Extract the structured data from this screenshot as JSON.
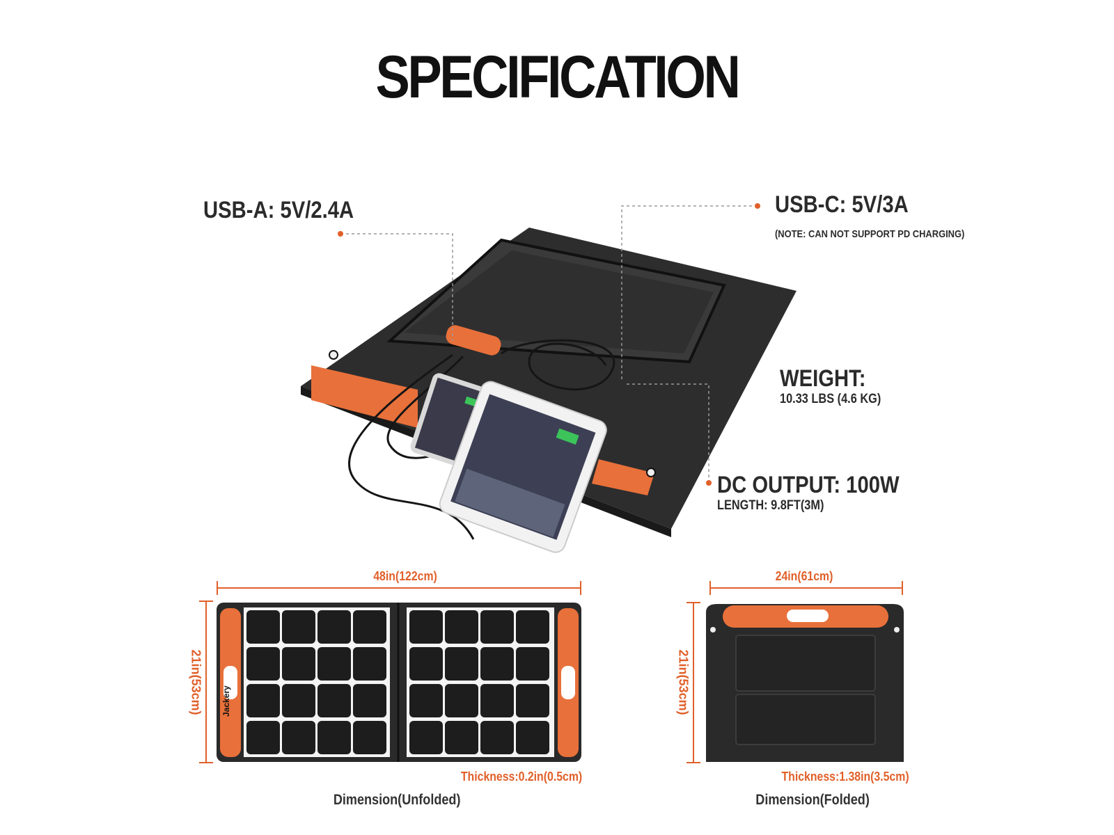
{
  "title": "SPECIFICATION",
  "specs": {
    "usb_a": "USB-A: 5V/2.4A",
    "usb_c": "USB-C: 5V/3A",
    "usb_c_note": "(NOTE: CAN NOT SUPPORT PD CHARGING)",
    "weight_label": "WEIGHT:",
    "weight_value": "10.33 LBS (4.6 KG)",
    "dc_output": "DC OUTPUT: 100W",
    "dc_length": "LENGTH: 9.8FT(3M)"
  },
  "unfolded": {
    "width": "48in(122cm)",
    "height": "21in(53cm)",
    "thickness": "Thickness:0.2in(0.5cm)",
    "caption": "Dimension(Unfolded)",
    "brand": "Jackery"
  },
  "folded": {
    "width": "24in(61cm)",
    "height": "21in(53cm)",
    "thickness": "Thickness:1.38in(3.5cm)",
    "caption": "Dimension(Folded)"
  },
  "colors": {
    "accent": "#e0602a",
    "panel": "#2a2a2a",
    "cell": "#1d1d1d",
    "text": "#222222"
  }
}
